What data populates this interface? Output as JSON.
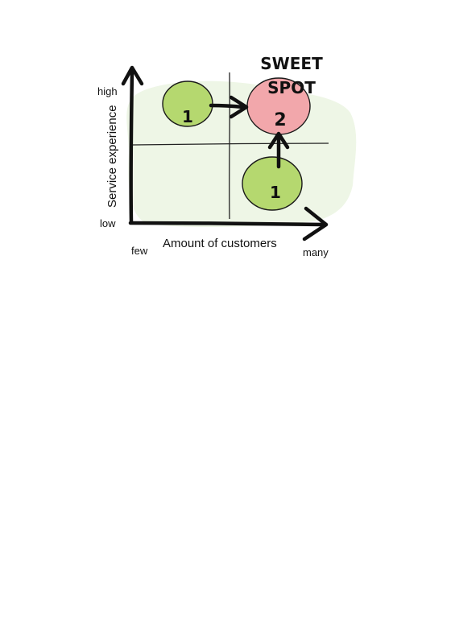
{
  "sweet_spot_label": {
    "line1": "SWEET",
    "line2": "SPOT"
  },
  "y_axis": {
    "label": "Service experience",
    "high": "high",
    "low": "low"
  },
  "x_axis": {
    "label": "Amount of customers",
    "few": "few",
    "many": "many"
  },
  "nodes": [
    {
      "label": "1",
      "quadrant": "top-left",
      "color": "#b5d86f"
    },
    {
      "label": "2",
      "quadrant": "top-right",
      "color": "#f2a7ab"
    },
    {
      "label": "1",
      "quadrant": "bottom-right",
      "color": "#b5d86f"
    }
  ],
  "colors": {
    "background_blob": "#eef6e6",
    "ink": "#111111"
  }
}
